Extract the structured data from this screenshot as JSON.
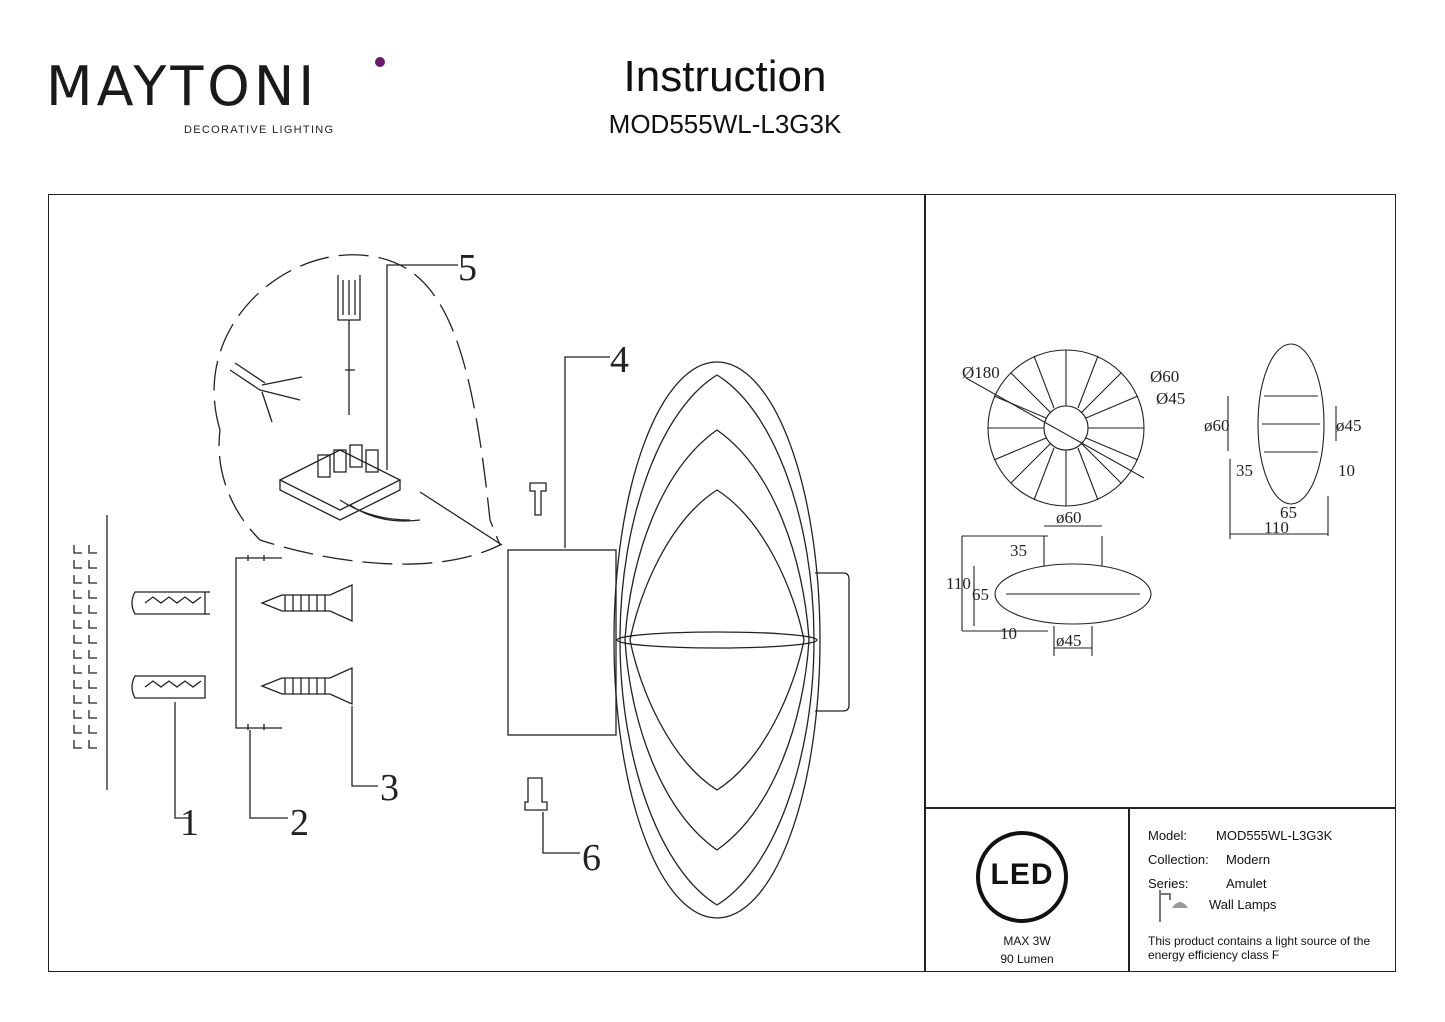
{
  "brand": {
    "name": "MAYTONI",
    "tagline": "DECORATIVE LIGHTING",
    "accent_color": "#6a1b6f"
  },
  "header": {
    "title": "Instruction",
    "model_code": "MOD555WL-L3G3K"
  },
  "assembly": {
    "callouts": [
      "1",
      "2",
      "3",
      "4",
      "5",
      "6"
    ]
  },
  "dimensions": {
    "front": [
      "Ø180",
      "Ø60",
      "Ø45"
    ],
    "side": [
      "ø60",
      "ø45",
      "35",
      "10",
      "65",
      "110"
    ],
    "top": [
      "ø60",
      "35",
      "110",
      "65",
      "10",
      "ø45"
    ]
  },
  "badge": {
    "led_label": "LED",
    "power": "MAX 3W",
    "lumen": "90 Lumen"
  },
  "specs": {
    "model_label": "Model:",
    "model_value": "MOD555WL-L3G3K",
    "collection_label": "Collection:",
    "collection_value": "Modern",
    "series_label": "Series:",
    "series_value": "Amulet",
    "type_value": "Wall Lamps",
    "type_icon": "wall-lamp-icon"
  },
  "energy_note": "This product contains a light source of the energy efficiency class F"
}
